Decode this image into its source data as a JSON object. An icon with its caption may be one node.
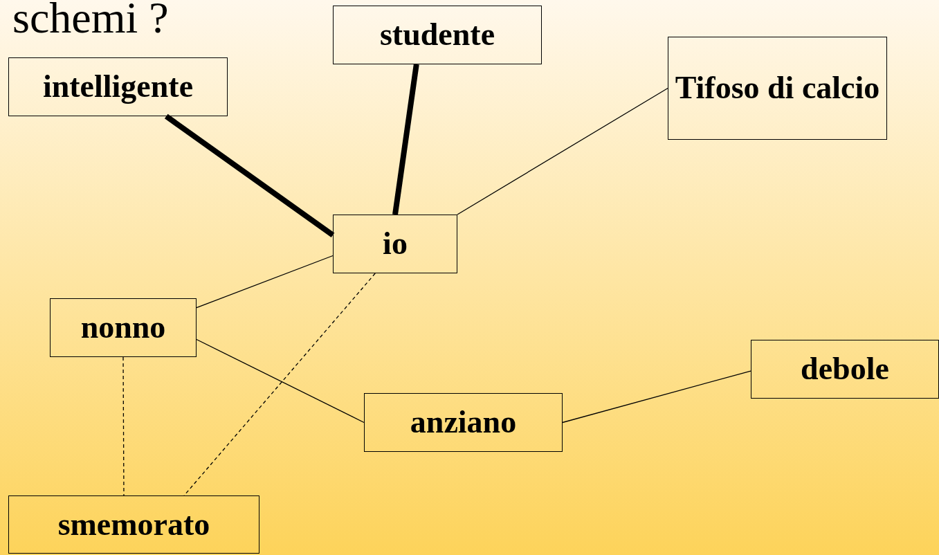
{
  "diagram": {
    "title": "schemi ?",
    "nodes": [
      {
        "text": [
          "studente"
        ]
      },
      {
        "text": [
          "intelligente"
        ]
      },
      {
        "text": [
          "Tifoso di calcio"
        ]
      },
      {
        "text": [
          "io"
        ]
      },
      {
        "text": [
          "nonno"
        ]
      },
      {
        "text": [
          "debole"
        ]
      },
      {
        "text": [
          "anziano"
        ]
      },
      {
        "text": [
          "smemorato"
        ]
      }
    ],
    "edges": [
      {
        "from": 1,
        "to": 3,
        "arrow": "none",
        "style": "thick"
      },
      {
        "from": 0,
        "to": 3,
        "arrow": "none",
        "style": "thick"
      },
      {
        "from": 3,
        "to": 2,
        "arrow": "none"
      },
      {
        "from": 4,
        "to": 3,
        "arrow": "none"
      },
      {
        "from": 4,
        "to": 6,
        "arrow": "none"
      },
      {
        "from": 6,
        "to": 5,
        "arrow": "none"
      },
      {
        "from": 4,
        "to": 7,
        "arrow": "none",
        "style": "dashed"
      },
      {
        "from": 3,
        "to": 7,
        "arrow": "none",
        "style": "dashed"
      }
    ]
  }
}
